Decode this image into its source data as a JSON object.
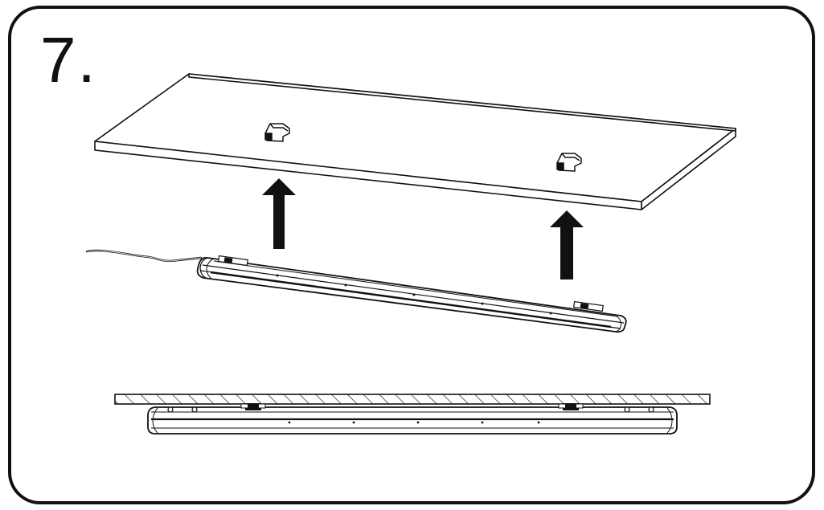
{
  "step": {
    "number": "7."
  },
  "colors": {
    "stroke": "#111111",
    "background": "#ffffff",
    "arrow": "#111111"
  },
  "icons": {
    "up-arrow": "thick-up-arrow",
    "bracket": "mounting-clip"
  }
}
